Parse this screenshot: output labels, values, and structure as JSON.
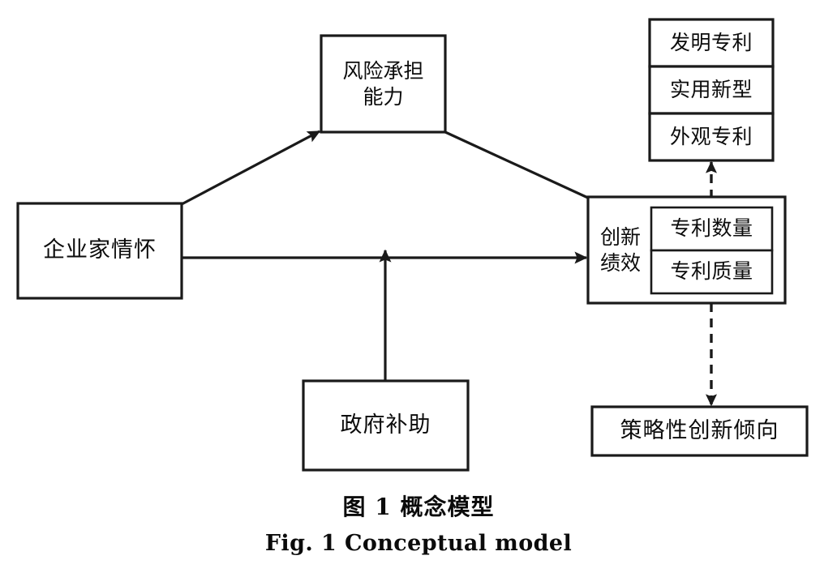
{
  "figure": {
    "caption_cn": "图 1    概念模型",
    "caption_en": "Fig. 1    Conceptual model",
    "background_color": "#ffffff",
    "line_color": "#1a1a1a"
  },
  "nodes": {
    "entrepreneur_spirit": {
      "label": "企业家情怀"
    },
    "risk_taking": {
      "label": "风险承担\n能力"
    },
    "innovation_performance": {
      "label": "创新\n绩效"
    },
    "patent_quantity": {
      "label": "专利数量"
    },
    "patent_quality": {
      "label": "专利质量"
    },
    "invention_patent": {
      "label": "发明专利"
    },
    "utility_model": {
      "label": "实用新型"
    },
    "design_patent": {
      "label": "外观专利"
    },
    "government_subsidy": {
      "label": "政府补助"
    },
    "strategic_innovation": {
      "label": "策略性创新倾向"
    }
  },
  "edges": [
    {
      "name": "entrepreneur-to-risk",
      "from": "entrepreneur_spirit",
      "to": "risk_taking",
      "style": "solid",
      "arrow": "single"
    },
    {
      "name": "risk-to-performance",
      "from": "risk_taking",
      "to": "innovation_performance",
      "style": "solid",
      "arrow": "none"
    },
    {
      "name": "entrepreneur-to-performance",
      "from": "entrepreneur_spirit",
      "to": "innovation_performance",
      "style": "solid",
      "arrow": "single"
    },
    {
      "name": "subsidy-moderates-main-path",
      "from": "government_subsidy",
      "to": "entrepreneur-to-performance",
      "style": "solid",
      "arrow": "single"
    },
    {
      "name": "performance-to-patent-types",
      "from": "innovation_performance",
      "to": "invention_patent",
      "style": "dashed",
      "arrow": "single"
    },
    {
      "name": "performance-to-strategic-innovation",
      "from": "innovation_performance",
      "to": "strategic_innovation",
      "style": "dashed",
      "arrow": "single"
    }
  ]
}
